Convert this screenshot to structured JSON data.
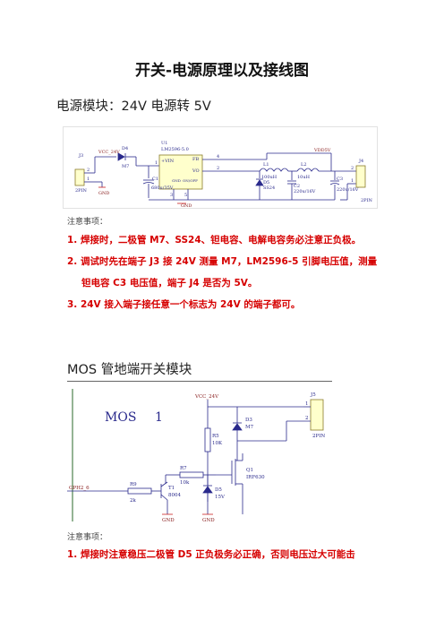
{
  "title": "开关-电源原理以及接线图",
  "section1": {
    "heading": "电源模块：24V 电源转 5V",
    "schematic": {
      "vcc24": "VCC_24V",
      "vdd5": "VDD5V",
      "j3": "J3",
      "j3_type": "2PIN",
      "j4": "J4",
      "j4_type": "2PIN",
      "d4": "D4",
      "d4_part": "M7",
      "u1": "U1",
      "u1_part": "LM2596-5.0",
      "vin": "+VIN",
      "fb": "FB",
      "vo": "VO",
      "gnd_pin": "GND",
      "onoff": "ON/OFF",
      "c1": "C1",
      "c1_val": "680u/35V",
      "l1": "L1",
      "l1_val": "100uH",
      "d5": "D5",
      "d5_part": "SS24",
      "c2": "C2",
      "c2_val": "220u/16V",
      "l2": "L2",
      "l2_val": "10uH",
      "c3": "C3",
      "c3_val": "220u/16V",
      "gnd": "GND",
      "gnd2": "GND",
      "p1": "1",
      "p2": "2",
      "p3": "3",
      "p4": "4",
      "p5": "5"
    },
    "note_label": "注意事项：",
    "notes": [
      "1.  焊接时，二极管 M7、SS24、钽电容、电解电容务必注意正负极。",
      "2.  调试时先在端子 J3 接 24V 测量 M7，LM2596-5 引脚电压值，测量",
      "钽电容 C3 电压值，端子 J4 是否为 5V。",
      "3.  24V 接入端子接任意一个标志为 24V 的端子都可。"
    ]
  },
  "section2": {
    "heading": "MOS 管地端开关模块",
    "schematic": {
      "label": "MOS",
      "index": "1",
      "vcc24": "VCC_24V",
      "j5": "J5",
      "j5_type": "2PIN",
      "d3": "D3",
      "d3_part": "M7",
      "r5": "R5",
      "r5_val": "10K",
      "q1": "Q1",
      "q1_part": "IRF630",
      "r7": "R7",
      "r7_val": "10k",
      "t1": "T1",
      "t1_part": "8004",
      "d5": "D5",
      "d5_part": "15V",
      "r9": "R9",
      "r9_val": "2k",
      "input": "GPH2_6",
      "gnd": "GND",
      "gnd2": "GND",
      "p1": "1",
      "p2": "2"
    },
    "note_label": "注意事项：",
    "notes": [
      "1.  焊接时注意稳压二极管 D5 正负极务必正确，否则电压过大可能击"
    ]
  }
}
